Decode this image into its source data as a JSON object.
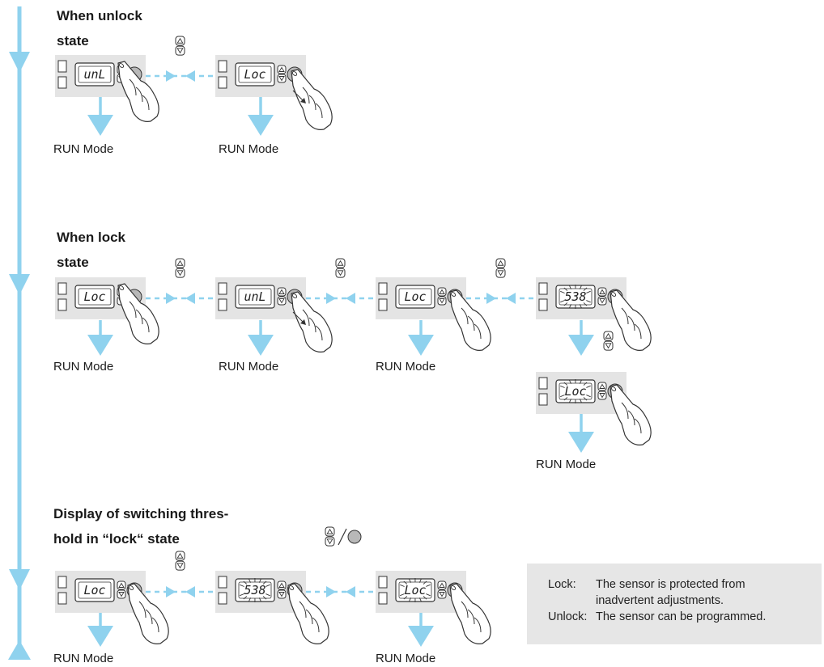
{
  "sections": [
    {
      "title_line1": "When unlock",
      "title_line2": "state"
    },
    {
      "title_line1": "When lock",
      "title_line2": "state"
    },
    {
      "title_line1": "Display of switching thres-",
      "title_line2": "hold in “lock“ state"
    }
  ],
  "displays": {
    "s1": [
      "unL",
      "Loc"
    ],
    "s2": [
      "Loc",
      "unL",
      "Loc",
      "538",
      "Loc"
    ],
    "s3": [
      "Loc",
      "538",
      "Loc"
    ]
  },
  "run_mode_label": "RUN Mode",
  "note": {
    "lock_term": "Lock:",
    "lock_text_1": "The sensor is protected from",
    "lock_text_2": "inadvertent adjustments.",
    "unlock_term": "Unlock:",
    "unlock_text": "The sensor can be programmed."
  },
  "icons": [
    "up-down-keys-icon",
    "set-button-icon",
    "pointing-hand-icon",
    "blink-rays-icon",
    "flow-arrow-icon"
  ],
  "colors": {
    "flow": "#8fd2ee",
    "panel": "#e4e4e4",
    "outline": "#333333",
    "note_bg": "#e6e6e6"
  }
}
